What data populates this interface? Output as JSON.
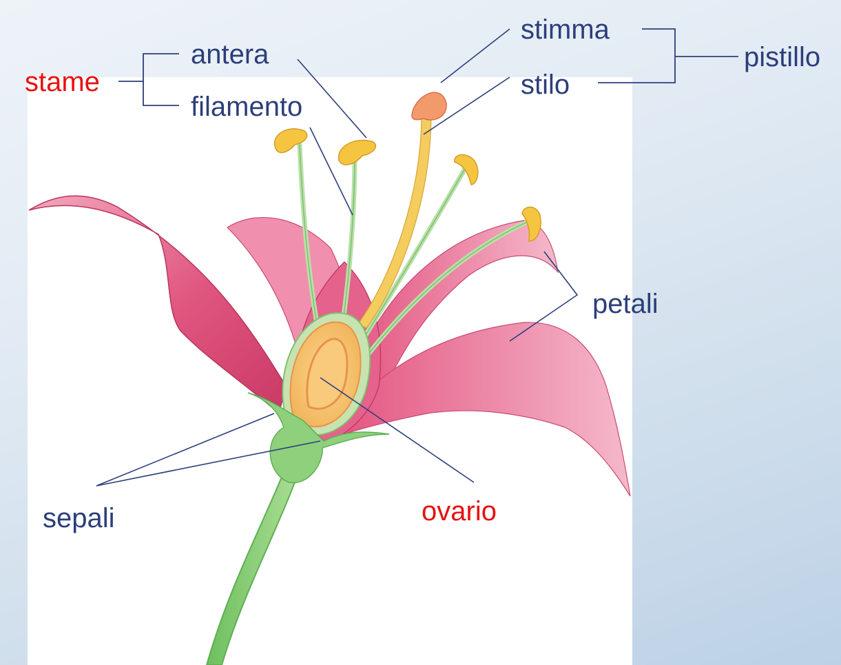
{
  "labels": {
    "stame": "stame",
    "antera": "antera",
    "filamento": "filamento",
    "stimma": "stimma",
    "stilo": "stilo",
    "pistillo": "pistillo",
    "petali": "petali",
    "sepali": "sepali",
    "ovario": "ovario"
  },
  "colors": {
    "label_blue": "#2c3e7a",
    "label_red": "#e81010",
    "petal": "#e25a86",
    "stem": "#8fcf7e",
    "anther": "#f5c542"
  }
}
